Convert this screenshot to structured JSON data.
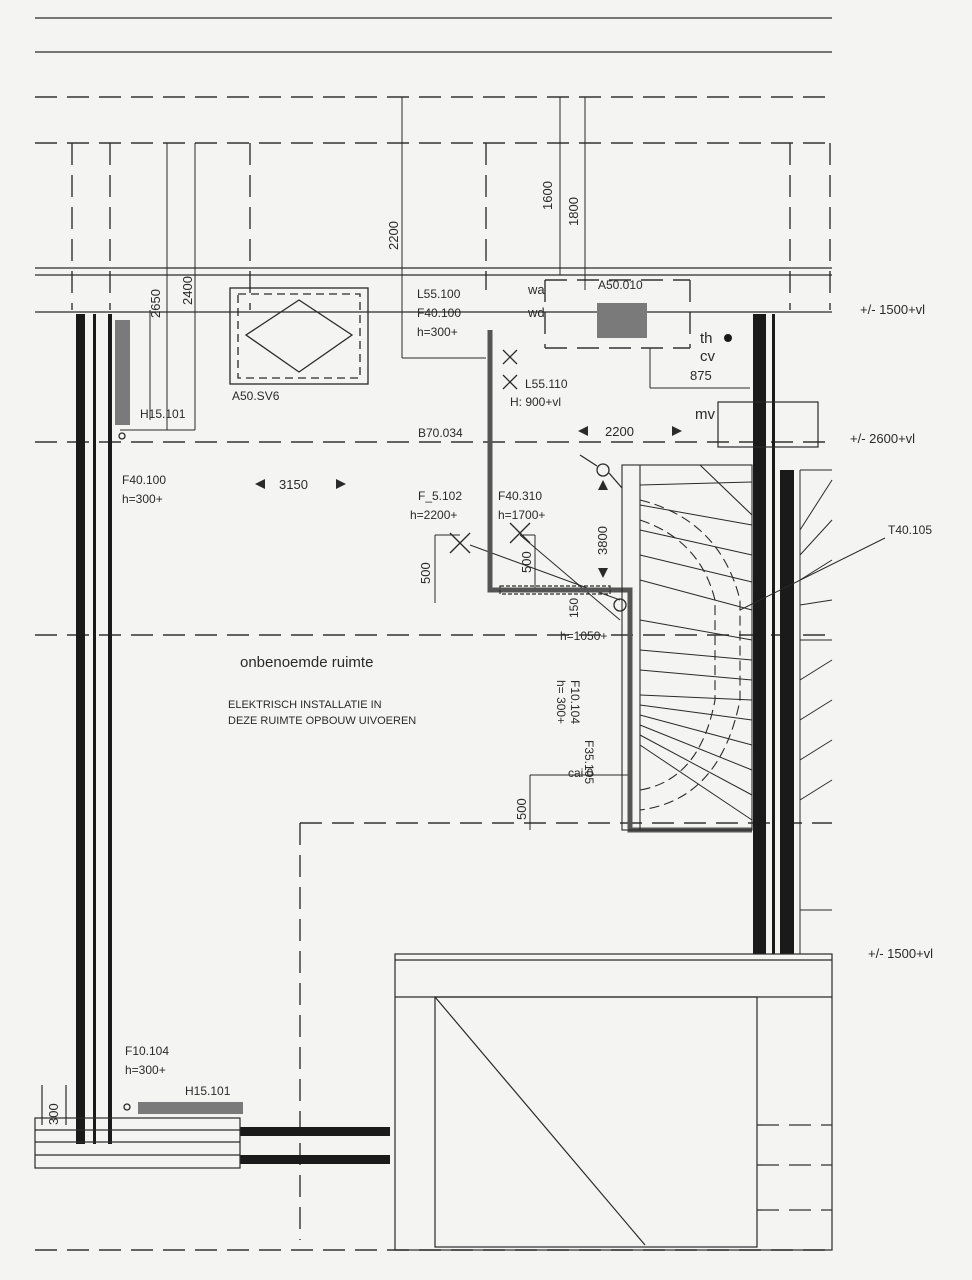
{
  "labels": {
    "level_1500_top": "+/- 1500+vl",
    "level_2600": "+/- 2600+vl",
    "level_1500_bottom": "+/- 1500+vl",
    "dim_2200_v": "2200",
    "dim_1600": "1600",
    "dim_1800": "1800",
    "dim_2650": "2650",
    "dim_2400": "2400",
    "dim_875": "875",
    "dim_2200_h": "2200",
    "dim_3150": "3150",
    "dim_3800": "3800",
    "dim_500_a": "500",
    "dim_500_b": "500",
    "dim_500_c": "500",
    "dim_150": "150",
    "dim_300": "300",
    "l55_100": "L55.100",
    "f40_100_top": "F40.100",
    "h300_top": "h=300+",
    "wa": "wa",
    "wd": "wd",
    "a50_010": "A50.010",
    "th": "th",
    "cv": "cv",
    "mv": "mv",
    "a50_sv6": "A50.SV6",
    "l55_110": "L55.110",
    "h900": "H: 900+vl",
    "h15_101_top": "H15.101",
    "b70_034": "B70.034",
    "f40_100_left": "F40.100",
    "h300_left": "h=300+",
    "f5_102": "F_5.102",
    "h2200": "h=2200+",
    "f40_310": "F40.310",
    "h1700": "h=1700+",
    "t40_105": "T40.105",
    "h1050": "h=1050+",
    "room_name": "onbenoemde ruimte",
    "note_line1": "ELEKTRISCH INSTALLATIE IN",
    "note_line2": "DEZE RUIMTE OPBOUW UIVOEREN",
    "f35_105": "F35.105",
    "f10_104_stair": "F10.104",
    "h300_stair": "h= 300+",
    "cai0": "cai 0",
    "f10_104_bottom": "F10.104",
    "h300_bottom": "h=300+",
    "h15_101_bottom": "H15.101"
  },
  "colors": {
    "line": "#2a2a2a",
    "dashed": "#3a3a3a",
    "wall": "#1a1a1a",
    "gray_fill": "#7a7a7a",
    "paper": "#f4f4f2"
  }
}
